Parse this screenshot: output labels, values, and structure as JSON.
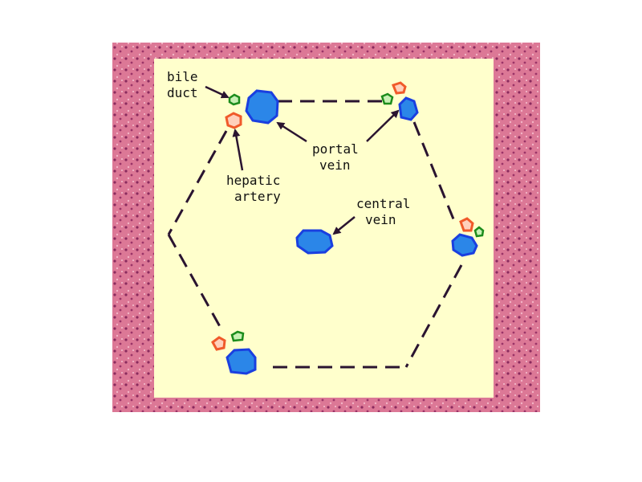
{
  "labels": {
    "bile_duct": [
      "bile",
      "duct"
    ],
    "portal_vein": [
      "portal",
      "vein"
    ],
    "hepatic_artery": [
      "hepatic",
      "artery"
    ],
    "central_vein": [
      "central",
      "vein"
    ]
  },
  "colors": {
    "tissue": "#d9708f",
    "panel": "#ffffcc",
    "vein_fill": "#2b86e8",
    "vein_stroke": "#1a3fe0",
    "artery_stroke": "#f05a2a",
    "artery_fill": "#ffd0bb",
    "duct_stroke": "#1c8c1c",
    "duct_fill": "#c8f0b4",
    "outline": "#2a1430"
  }
}
